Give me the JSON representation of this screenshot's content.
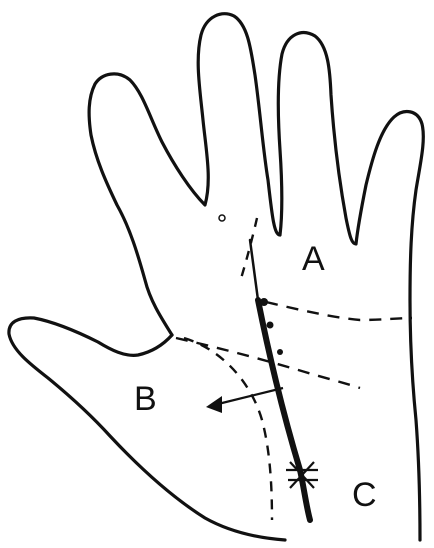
{
  "labels": {
    "a": "A",
    "b": "B",
    "c": "C"
  },
  "colors": {
    "ink": "#111111",
    "background": "#ffffff"
  }
}
